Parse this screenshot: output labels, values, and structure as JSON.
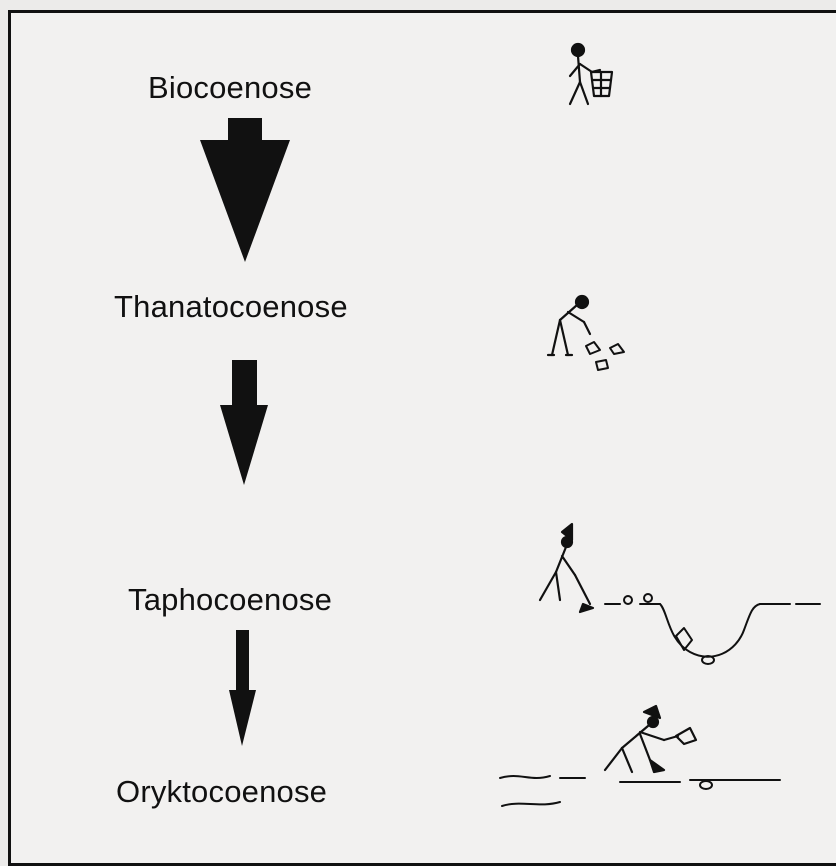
{
  "stages": [
    {
      "label": "Biocoenose"
    },
    {
      "label": "Thanatocoenose"
    },
    {
      "label": "Taphocoenose"
    },
    {
      "label": "Oryktocoenose"
    }
  ],
  "colors": {
    "ink": "#111111",
    "paper": "#f2f1f0",
    "ghost_text": "#d9d8d6"
  }
}
